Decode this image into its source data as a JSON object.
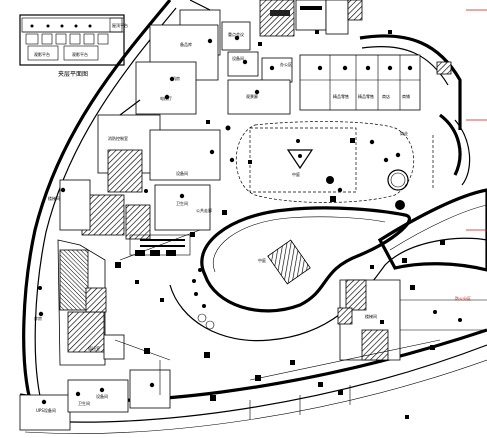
{
  "title": "夹层平面图",
  "inset": {
    "caption": "夹层平面图",
    "labels": [
      "观影平台",
      "观影平台",
      "屋顶平台"
    ]
  },
  "labels": {
    "top_room_a": "备品库",
    "top_room_b": "设备间",
    "top_room_c": "重点会议",
    "top_room_d": "办公区",
    "mid_a": "机房",
    "mid_b": "电梯厅",
    "mid_c": "设备间",
    "mid_d": "观景廊",
    "mid_e": "商业",
    "shop_1": "精品零售",
    "shop_2": "精品零售",
    "shop_3": "商店",
    "shop_4": "商铺",
    "plaza": "中庭",
    "left_1": "消防控制室",
    "left_2": "卫生间",
    "left_3": "楼梯间",
    "left_4": "库房",
    "left_5": "值班室",
    "corridor": "公共走廊",
    "atrium": "中庭",
    "bottom_1": "卫生间",
    "bottom_2": "设备间",
    "bottom_3": "UPS设备间",
    "right_red": "防火分区",
    "lower_right": "楼梯间"
  }
}
